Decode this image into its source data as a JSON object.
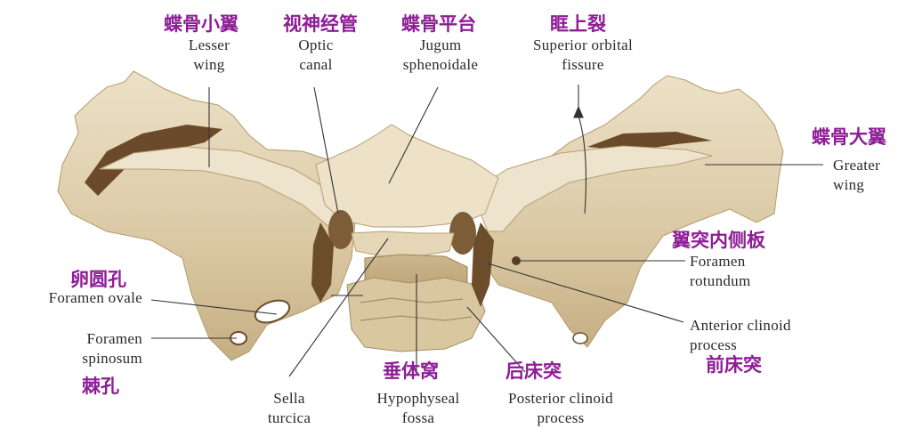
{
  "figure": {
    "subject": "Sphenoid bone, superior view",
    "colors": {
      "chinese_label": "#8e1d96",
      "english_label": "#2a2a2a",
      "bone_light": "#e9dcc0",
      "bone_mid": "#d6c39c",
      "bone_shadow": "#a88e62",
      "bone_dark": "#5a3e22",
      "leader_line": "#333333",
      "background": "#ffffff"
    }
  },
  "labels": {
    "lesser_wing": {
      "zh": "蝶骨小翼",
      "en": [
        "Lesser",
        "wing"
      ]
    },
    "optic_canal": {
      "zh": "视神经管",
      "en": [
        "Optic",
        "canal"
      ]
    },
    "jugum": {
      "zh": "蝶骨平台",
      "en": [
        "Jugum",
        "sphenoidale"
      ]
    },
    "sup_orbital": {
      "zh": "眶上裂",
      "en": [
        "Superior orbital",
        "fissure"
      ]
    },
    "greater_wing": {
      "zh": "蝶骨大翼",
      "en": [
        "Greater",
        "wing"
      ]
    },
    "rotundum": {
      "zh": "翼突内侧板",
      "en": [
        "Foramen",
        "rotundum"
      ]
    },
    "ant_clinoid": {
      "zh": "前床突",
      "en": [
        "Anterior clinoid",
        "process"
      ]
    },
    "ovale": {
      "zh": "卵圆孔",
      "en": [
        "Foramen ovale"
      ]
    },
    "spinosum": {
      "zh": "棘孔",
      "en": [
        "Foramen",
        "spinosum"
      ]
    },
    "sella": {
      "en": [
        "Sella",
        "turcica"
      ]
    },
    "hypophyseal": {
      "zh": "垂体窝",
      "en": [
        "Hypophyseal",
        "fossa"
      ]
    },
    "post_clinoid": {
      "zh": "后床突",
      "en": [
        "Posterior clinoid",
        "process"
      ]
    }
  }
}
